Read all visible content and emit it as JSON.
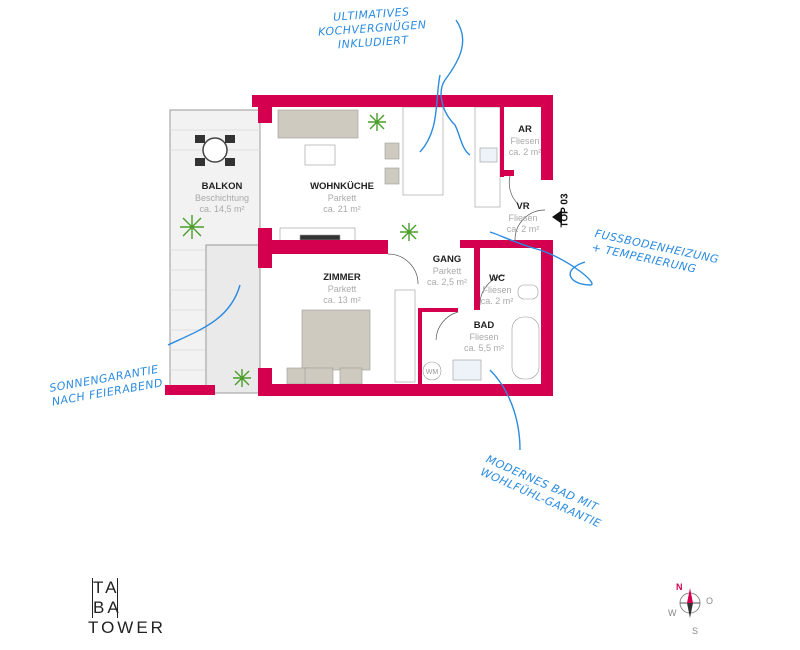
{
  "colors": {
    "wall": "#d4004f",
    "note": "#2a8be0",
    "furniture": "#cfcac0"
  },
  "rooms": [
    {
      "name": "WOHNKÜCHE",
      "floor": "Parkett",
      "area": "ca. 21 m²"
    },
    {
      "name": "AR",
      "floor": "Fliesen",
      "area": "ca. 2 m²"
    },
    {
      "name": "VR",
      "floor": "Fliesen",
      "area": "ca. 2 m²"
    },
    {
      "name": "GANG",
      "floor": "Parkett",
      "area": "ca. 2,5 m²"
    },
    {
      "name": "WC",
      "floor": "Fliesen",
      "area": "ca. 2 m²"
    },
    {
      "name": "ZIMMER",
      "floor": "Parkett",
      "area": "ca. 13 m²"
    },
    {
      "name": "BAD",
      "floor": "Fliesen",
      "area": "ca. 5,5 m²"
    },
    {
      "name": "BALKON",
      "floor": "Beschichtung",
      "area": "ca. 14,5 m²"
    }
  ],
  "unit": "TOP 03",
  "washer": "WM",
  "notes": {
    "kitchen": [
      "ULTIMATIVES",
      "KOCHVERGNÜGEN",
      "INKLUDIERT"
    ],
    "sun": [
      "SONNENGARANTIE",
      "NACH FEIERABEND"
    ],
    "heating": [
      "FUSSBODENHEIZUNG",
      "+ TEMPERIERUNG"
    ],
    "bath": [
      "MODERNES BAD MIT",
      "WOHLFÜHL-GARANTIE"
    ]
  },
  "logo": {
    "row1": [
      "TA",
      ""
    ],
    "row2": [
      "BA",
      ""
    ],
    "row3": "TOWER"
  },
  "compass": {
    "n": "N",
    "o": "O",
    "s": "S",
    "w": "W"
  }
}
